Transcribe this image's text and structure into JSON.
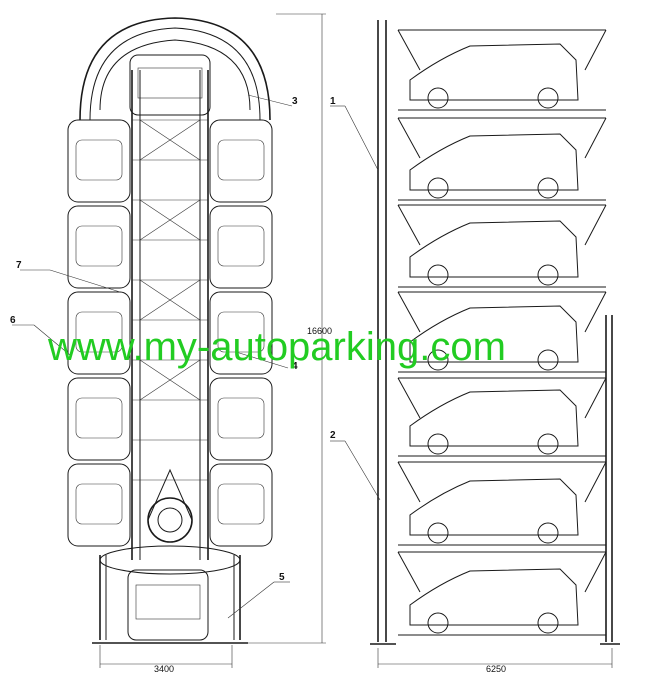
{
  "front_view": {
    "width_dimension": "3400",
    "height_dimension": "16600",
    "parts": [
      "3",
      "7",
      "6",
      "4",
      "5"
    ]
  },
  "side_view": {
    "width_dimension": "6250",
    "parts": [
      "1",
      "2"
    ]
  },
  "watermark": "www.my-autoparking.com",
  "colors": {
    "line": "#1a1a1a",
    "watermark": "#22cc22",
    "background": "#ffffff"
  }
}
